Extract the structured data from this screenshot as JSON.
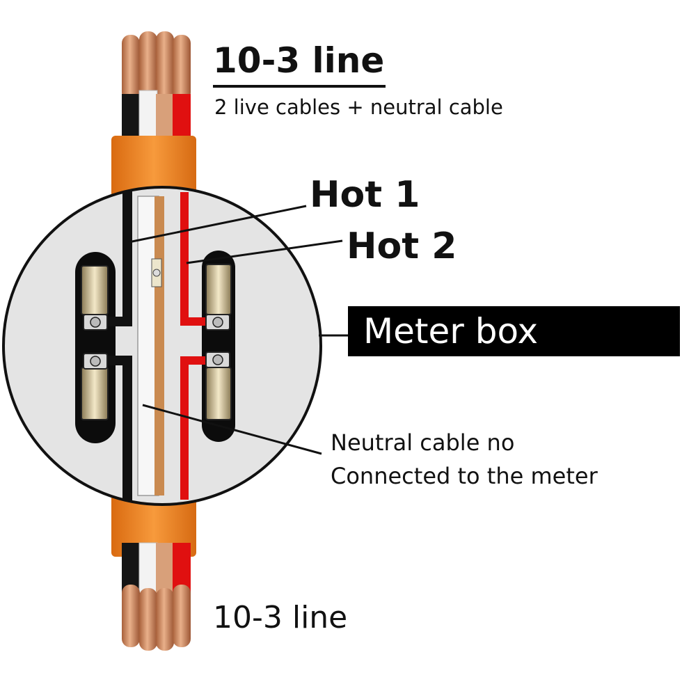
{
  "labels": {
    "top_title": "10-3 line",
    "top_subtitle": "2 live cables + neutral cable",
    "hot1": "Hot 1",
    "hot2": "Hot 2",
    "meter_box": "Meter box",
    "neutral_line1": "Neutral cable no",
    "neutral_line2": "Connected to the meter",
    "bottom_title": "10-3 line"
  },
  "colors": {
    "sheath": "#f07d1a",
    "copper": "#c9855a",
    "hot1_wire": "#111111",
    "hot2_wire": "#e01010",
    "neutral_wire": "#f2f2f2",
    "meter_face": "#e8e8e8",
    "label_box": "#000000"
  },
  "icons": [
    "cable-icon",
    "meter-jaw-icon",
    "terminal-screw-icon"
  ]
}
